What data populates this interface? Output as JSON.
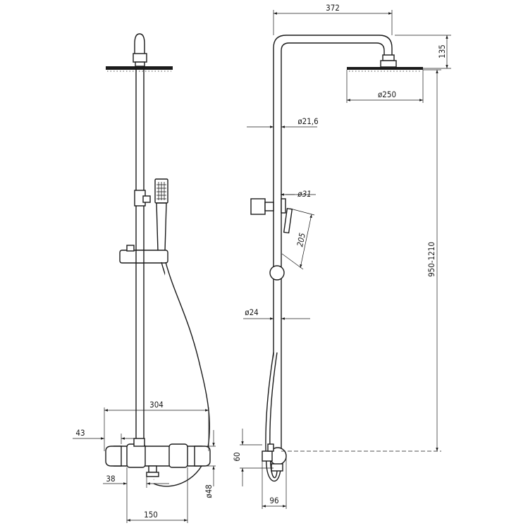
{
  "dimensions": {
    "total_width_304": "304",
    "offset_43": "43",
    "offset_38": "38",
    "width_150": "150",
    "diameter_48": "ø48",
    "arm_length_372": "372",
    "head_height_135": "135",
    "head_diameter_250": "ø250",
    "tube_diameter_21_6": "ø21,6",
    "holder_diameter_31": "ø31",
    "handshower_205": "205",
    "height_range": "950-1210",
    "bar_diameter_24": "ø24",
    "mixer_height_60": "60",
    "depth_96": "96"
  }
}
